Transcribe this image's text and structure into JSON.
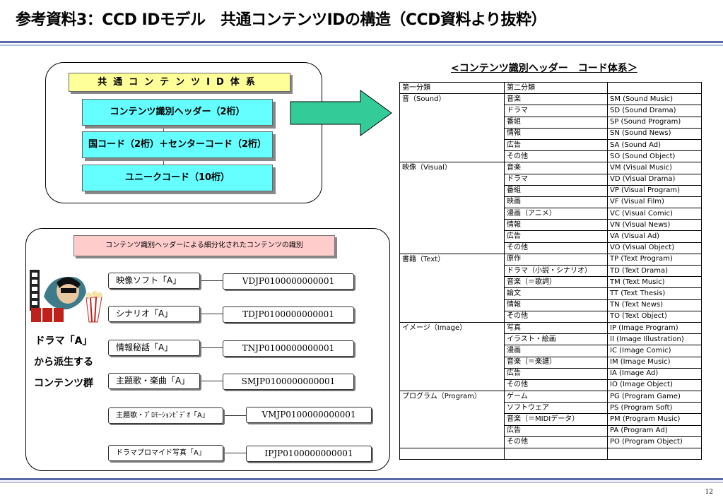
{
  "slide": {
    "title": "参考資料3：CCD IDモデル　共通コンテンツIDの構造（CCD資料より抜粋）",
    "page_number": "12"
  },
  "id_system": {
    "label": "共通コンテンツID体系",
    "components": [
      "コンテンツ識別ヘッダー（2桁）",
      "国コード（2桁）＋センターコード（2桁）",
      "ユニークコード（10桁）"
    ]
  },
  "derived": {
    "header_label": "コンテンツ識別ヘッダーによる細分化されたコンテンツの識別",
    "caption_lines": [
      "ドラマ「A」",
      "から派生する",
      "コンテンツ群"
    ],
    "items": [
      {
        "label": "映像ソフト「A」",
        "id": "VDJP0100000000001"
      },
      {
        "label": "シナリオ「A」",
        "id": "TDJP0100000000001"
      },
      {
        "label": "情報秘話「A」",
        "id": "TNJP0100000000001"
      },
      {
        "label": "主題歌・楽曲「A」",
        "id": "SMJP0100000000001"
      },
      {
        "label": "主題歌・ﾌﾟﾛﾓｰｼｮﾝﾋﾞﾃﾞｵ「A」",
        "id": "VMJP0100000000001"
      },
      {
        "label": "ドラマプロマイド写真「A」",
        "id": "IPJP0100000000001"
      }
    ]
  },
  "code_table": {
    "caption": "<コンテンツ識別ヘッダー　コード体系＞",
    "headers": [
      "第一分類",
      "第二分類",
      ""
    ],
    "groups": [
      {
        "name": "音（Sound）",
        "rows": [
          [
            "音楽",
            "SM (Sound Music)"
          ],
          [
            "ドラマ",
            "SD (Sound Drama)"
          ],
          [
            "番組",
            "SP (Sound Program)"
          ],
          [
            "情報",
            "SN (Sound News)"
          ],
          [
            "広告",
            "SA (Sound Ad)"
          ],
          [
            "その他",
            "SO (Sound Object)"
          ]
        ]
      },
      {
        "name": "映像（Visual）",
        "rows": [
          [
            "音楽",
            "VM (Visual Music)"
          ],
          [
            "ドラマ",
            "VD (Visual Drama)"
          ],
          [
            "番組",
            "VP (Visual Program)"
          ],
          [
            "映画",
            "VF (Visual Film)"
          ],
          [
            "漫画（アニメ）",
            "VC (Visual Comic)"
          ],
          [
            "情報",
            "VN (Visual News)"
          ],
          [
            "広告",
            "VA (Visual Ad)"
          ],
          [
            "その他",
            "VO (Visual Object)"
          ]
        ]
      },
      {
        "name": "書籍（Text）",
        "rows": [
          [
            "原作",
            "TP (Text Program)"
          ],
          [
            "ドラマ（小説・シナリオ）",
            "TD (Text Drama)"
          ],
          [
            "音楽（＝歌詞）",
            "TM (Text Music)"
          ],
          [
            "論文",
            "TT (Text Thesis)"
          ],
          [
            "情報",
            "TN (Text News)"
          ],
          [
            "その他",
            "TO (Text Object)"
          ]
        ]
      },
      {
        "name": "イメージ（Image）",
        "rows": [
          [
            "写真",
            "IP (Image Program)"
          ],
          [
            "イラスト・絵画",
            "II (Image Illustration)"
          ],
          [
            "漫画",
            "IC (Image Comic)"
          ],
          [
            "音楽（＝楽譜）",
            "IM (Image Music)"
          ],
          [
            "広告",
            "IA (Image Ad)"
          ],
          [
            "その他",
            "IO (Image Object)"
          ]
        ]
      },
      {
        "name": "プログラム（Program）",
        "rows": [
          [
            "ゲーム",
            "PG (Program Game)"
          ],
          [
            "ソフトウェア",
            "PS (Program Soft)"
          ],
          [
            "音楽（＝MIDIデータ）",
            "PM (Program Music)"
          ],
          [
            "広告",
            "PA (Program Ad)"
          ],
          [
            "その他",
            "PO (Program Object)"
          ]
        ]
      }
    ]
  },
  "colors": {
    "accent_rule": "#5a6aa8",
    "system_label_bg": "#ffff99",
    "component_bg": "#66ffff",
    "header_label_bg": "#ffcccc",
    "arrow_fill": "#33cc99"
  },
  "icons": {
    "arrow": "right-arrow-icon",
    "clipart": "movie-clipart-icon"
  }
}
